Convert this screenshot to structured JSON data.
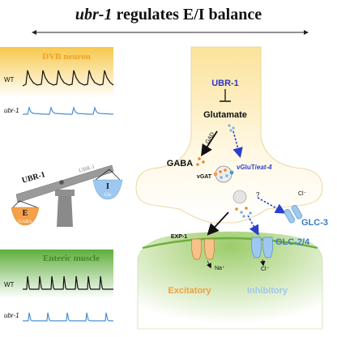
{
  "title": {
    "gene": "ubr-1",
    "rest": " regulates E/I balance"
  },
  "dvb_panel": {
    "heading": "DVB neuron",
    "wt_label": "WT",
    "mutant_label": "ubr-1"
  },
  "balance": {
    "beam_label": "UBR-1",
    "beam_label_shadow": "UBR-1",
    "left_pan_letter": "E",
    "left_pan_sub": "GABA",
    "right_pan_letter": "I",
    "right_pan_sub": "Glu"
  },
  "muscle_panel": {
    "heading": "Enteric muscle",
    "wt_label": "WT",
    "mutant_label": "ubr-1"
  },
  "synapse": {
    "ubr1": "UBR-1",
    "glutamate": "Glutamate",
    "gad": "GAD",
    "gaba": "GABA",
    "vgat": "vGAT",
    "vglut": "vGluT/",
    "eat4": "eat-4",
    "question": "?",
    "cl_top": "Cl⁻",
    "glc3": "GLC-3",
    "exp1": "EXP-1",
    "na": "Na⁺",
    "glc24": "GLC-2/4",
    "cl_bottom": "Cl⁻",
    "excitatory": "Excitatory",
    "inhibitory": "Inhibitory"
  },
  "colors": {
    "orange": "#f5a04a",
    "blue": "#4a8fd0",
    "gaba_orange": "#e8892c",
    "ubr_blue": "#3333cc",
    "muscle_green": "#8cc060",
    "neuron_yellow": "#fbe9a8"
  }
}
